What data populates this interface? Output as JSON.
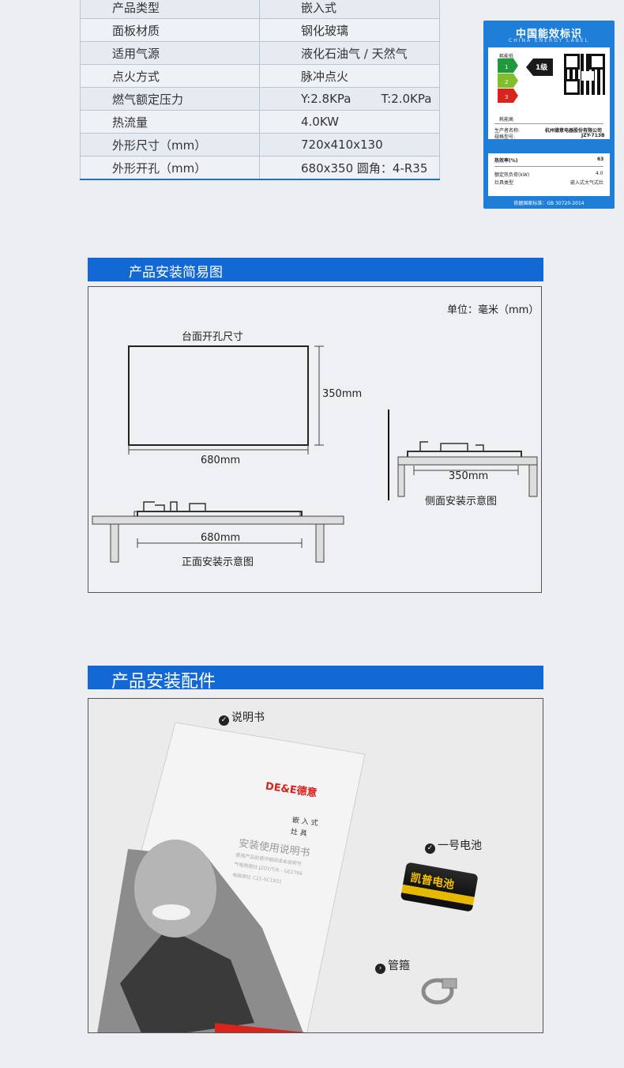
{
  "specs": [
    {
      "key": "产品类型",
      "value": "嵌入式"
    },
    {
      "key": "面板材质",
      "value": "钢化玻璃"
    },
    {
      "key": "适用气源",
      "value": "液化石油气 / 天然气"
    },
    {
      "key": "点火方式",
      "value": "脉冲点火"
    },
    {
      "key": "燃气额定压力",
      "value": "Y:2.8KPa        T:2.0KPa"
    },
    {
      "key": "热流量",
      "value": "4.0KW"
    },
    {
      "key": "外形尺寸（mm）",
      "value": "720x410x130"
    },
    {
      "key": "外形开孔（mm）",
      "value": "680x350 圆角：4-R35"
    }
  ],
  "energy_label": {
    "title": "中国能效标识",
    "subtitle": "CHINA ENERGY LABEL",
    "low": "耗能低",
    "high": "耗能高",
    "grades": [
      "1",
      "2",
      "3"
    ],
    "grade_badge": "1级",
    "maker_k": "生产者名称:",
    "maker_v": "杭州德意电器股份有限公司",
    "model_k": "规格型号:",
    "model_v": "JZY-713B",
    "eff_k": "热效率(%)",
    "eff_v": "63",
    "load_k": "额定热负荷(kW)",
    "load_v": "4.0",
    "type_k": "灶具类型",
    "type_v": "嵌入式大气式灶",
    "standard": "依据国家标准：GB 30720-2014",
    "colors": {
      "bg": "#1f7fd8",
      "g1": "#1e9a3c",
      "g2": "#7fbf2a",
      "g3": "#d9231d"
    }
  },
  "install_section": {
    "title": "产品安装简易图",
    "unit": "单位：毫米（mm）",
    "cutout_title": "台面开孔尺寸",
    "dim_h": "350mm",
    "dim_w": "680mm",
    "front_dim": "680mm",
    "front_caption": "正面安装示意图",
    "side_dim": "350mm",
    "side_caption": "侧面安装示意图"
  },
  "accessories_section": {
    "title": "产品安装配件",
    "manual": "说明书",
    "battery": "一号电池",
    "clamp": "管箍",
    "booklet": {
      "brand": "DE&E德意",
      "line1": "嵌 入 式",
      "line2": "灶    具",
      "title": "安装使用说明书",
      "sub": "使用产品前请仔细阅读本说明书",
      "model": "气电两用灶 JZDY/T/R - GE2766",
      "info": "电磁单灶   C21-SC1931"
    },
    "battery_text": "凯普电池"
  }
}
